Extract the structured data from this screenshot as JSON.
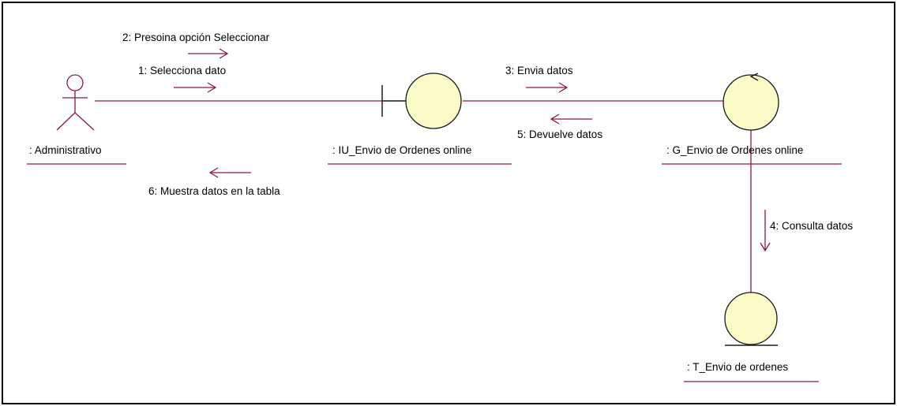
{
  "colors": {
    "line": "#8b1a3c",
    "element_fill": "#fbfbc8",
    "element_stroke": "#1a1a1a",
    "frame": "#000000"
  },
  "objects": {
    "actor": {
      "label": ": Administrativo",
      "icon": "actor-icon"
    },
    "boundary": {
      "label": ": IU_Envio de Ordenes online",
      "icon": "boundary-icon"
    },
    "control": {
      "label": ": G_Envio de Ordenes online",
      "icon": "control-icon"
    },
    "entity": {
      "label": ": T_Envio de ordenes",
      "icon": "entity-icon"
    }
  },
  "messages": {
    "m1": "1: Selecciona dato",
    "m2": "2: Presoina opción Seleccionar",
    "m3": "3: Envia datos",
    "m4": "4: Consulta datos",
    "m5": "5: Devuelve datos",
    "m6": "6: Muestra datos en la tabla"
  }
}
